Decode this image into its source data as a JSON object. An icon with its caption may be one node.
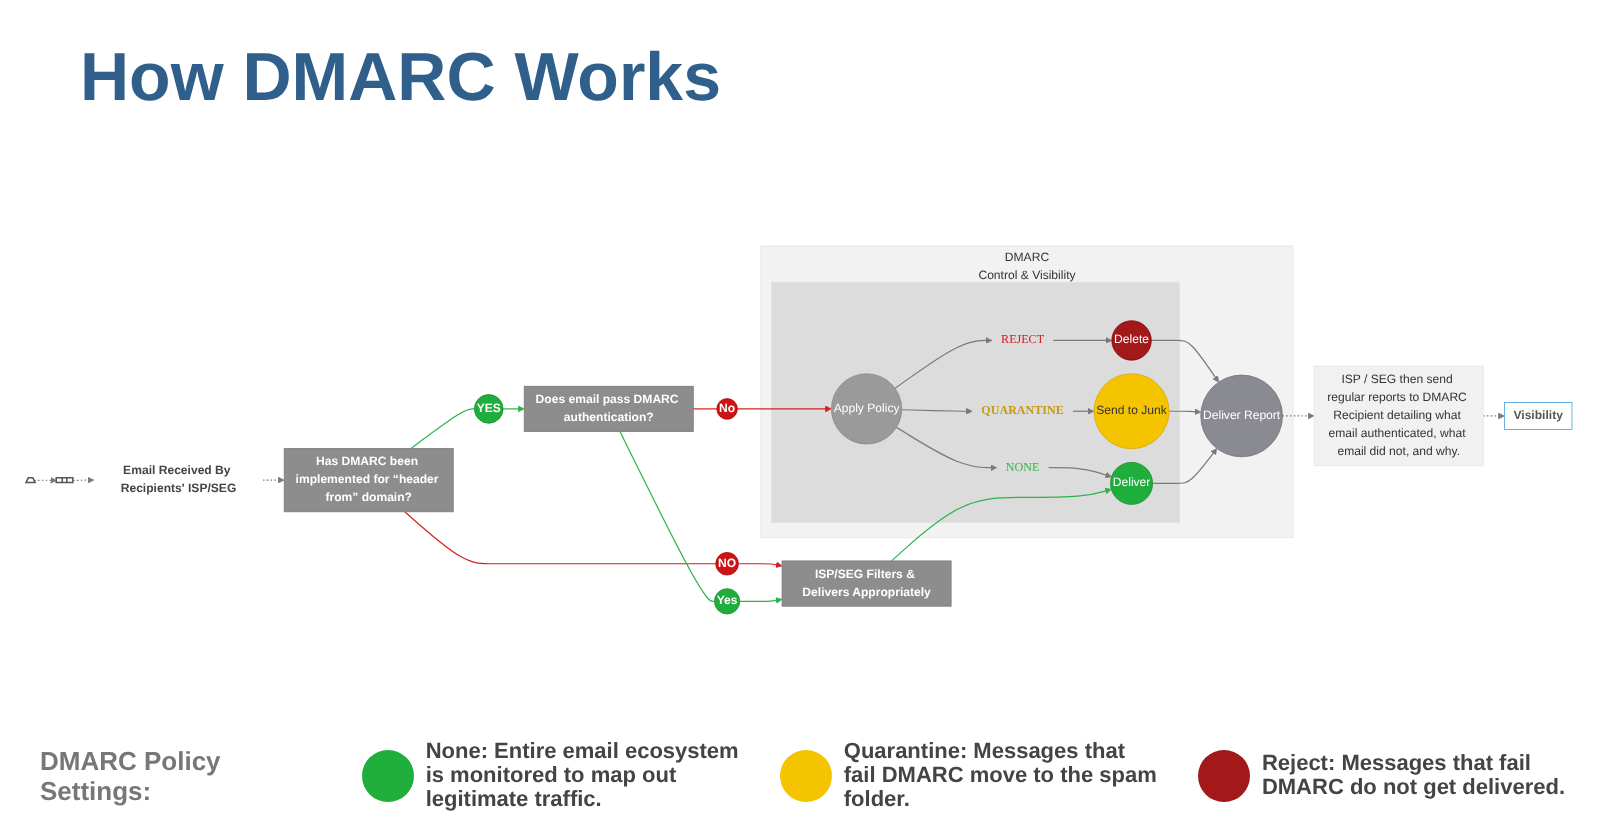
{
  "diagram": {
    "title": "How DMARC Works",
    "nodes": [
      {
        "text": [],
        "shape": "building"
      },
      {
        "text": [],
        "shape": "envelope"
      },
      {
        "text": [
          "Email Received By Recipients' ISP/SEG"
        ]
      },
      {
        "text": [
          "Has DMARC been implemented for “header from” domain?"
        ]
      },
      {
        "text": [
          "YES"
        ]
      },
      {
        "text": [
          "NO"
        ]
      },
      {
        "text": [
          "Does email pass DMARC authentication?"
        ]
      },
      {
        "text": [
          "Yes"
        ]
      },
      {
        "text": [
          "No"
        ]
      },
      {
        "text": [
          "ISP/SEG Filters & Delivers Appropriately"
        ]
      },
      {
        "text": [
          "DMARC",
          "Control & Visibility"
        ]
      },
      {
        "text": [],
        "shape": "box",
        "in": 10
      },
      {
        "text": [
          "Apply Policy"
        ],
        "in": 11
      },
      {
        "text": [
          "REJECT"
        ],
        "in": 11
      },
      {
        "text": [
          "QUARANTINE"
        ],
        "in": 11
      },
      {
        "text": [
          "NONE"
        ],
        "in": 11
      },
      {
        "text": [
          "Delete"
        ],
        "in": 11
      },
      {
        "text": [
          "Send to Junk"
        ],
        "in": 11
      },
      {
        "text": [
          "Deliver"
        ],
        "in": 11
      },
      {
        "text": [
          "Deliver Report"
        ],
        "in": 10
      },
      {
        "text": [
          "ISP / SEG then send regular reports to DMARC Recipient detailing what email authenticated, what email did not, and why."
        ]
      },
      {
        "text": [
          "Visibility"
        ]
      }
    ],
    "edges": [
      {
        "from": 0,
        "to": 1,
        "arrow": "to",
        "style": "dashed"
      },
      {
        "from": 1,
        "to": 2,
        "arrow": "to",
        "style": "dashed"
      },
      {
        "from": 2,
        "to": 3,
        "arrow": "to",
        "style": "dashed"
      },
      {
        "from": 3,
        "to": 4,
        "arrow": "none",
        "color": "#2db34a"
      },
      {
        "from": 4,
        "to": 6,
        "arrow": "to",
        "color": "#2db34a"
      },
      {
        "from": 3,
        "to": 5,
        "arrow": "none",
        "color": "#d42020"
      },
      {
        "from": 5,
        "to": 9,
        "arrow": "to",
        "color": "#d42020"
      },
      {
        "from": 6,
        "to": 7,
        "arrow": "none",
        "color": "#2db34a"
      },
      {
        "from": 7,
        "to": 9,
        "arrow": "to",
        "color": "#2db34a"
      },
      {
        "from": 6,
        "to": 8,
        "arrow": "none",
        "color": "#d42020"
      },
      {
        "from": 8,
        "to": 12,
        "arrow": "to",
        "color": "#d42020"
      },
      {
        "from": 12,
        "to": 13,
        "arrow": "to"
      },
      {
        "from": 13,
        "to": 16,
        "arrow": "to"
      },
      {
        "from": 12,
        "to": 14,
        "arrow": "to"
      },
      {
        "from": 14,
        "to": 17,
        "arrow": "to"
      },
      {
        "from": 12,
        "to": 15,
        "arrow": "to"
      },
      {
        "from": 15,
        "to": 18,
        "arrow": "to"
      },
      {
        "from": 16,
        "to": 19,
        "arrow": "to"
      },
      {
        "from": 17,
        "to": 19,
        "arrow": "to"
      },
      {
        "from": 18,
        "to": 19,
        "arrow": "to"
      },
      {
        "from": 9,
        "to": 18,
        "arrow": "to",
        "color": "#2db34a"
      },
      {
        "from": 19,
        "to": 20,
        "arrow": "to",
        "style": "dashed"
      },
      {
        "from": 20,
        "to": 21,
        "arrow": "to",
        "style": "dashed"
      }
    ],
    "labels": [
      "DMARC Policy Settings:"
    ],
    "legend": [
      {
        "text": "None: Entire email ecosystem is monitored to map out legitimate traffic."
      },
      {
        "text": "Quarantine: Messages that fail DMARC move to the spam folder."
      },
      {
        "text": "Reject: Messages that fail DMARC do not get delivered."
      }
    ]
  }
}
